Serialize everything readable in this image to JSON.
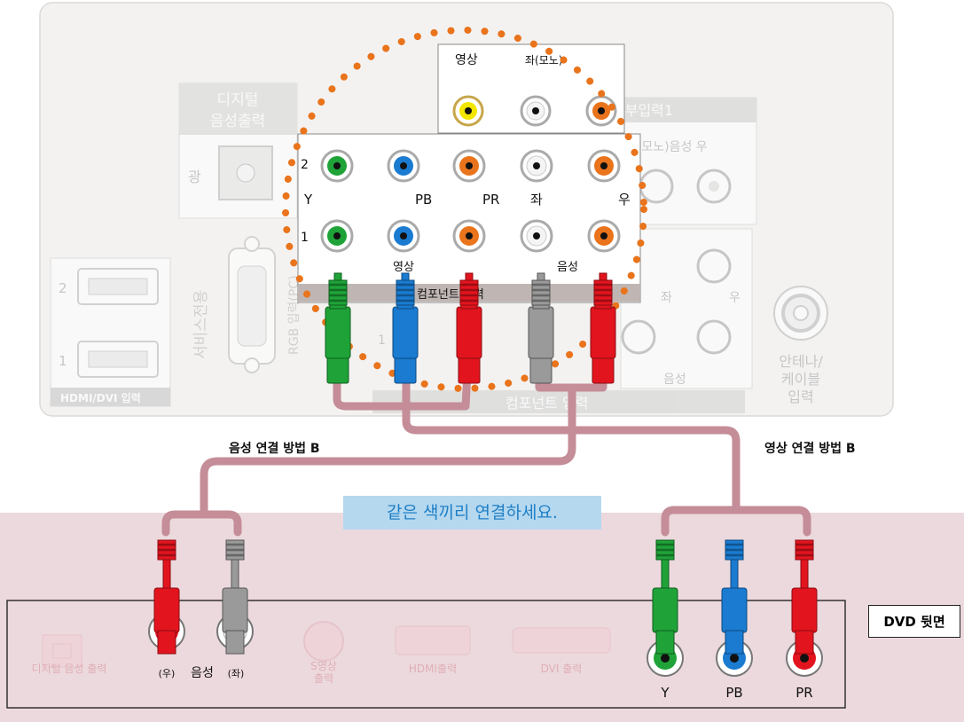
{
  "colors": {
    "component_y": "#1fa338",
    "component_pb": "#1a7bd0",
    "component_pr": "#e2141e",
    "audio_left": "#9a9a9a",
    "audio_right": "#e2141e",
    "video_yellow": "#f2e600",
    "orange_jack": "#e9741c",
    "cable": "#c48d98",
    "dvd_bg": "#ecd9dd",
    "hint_bg": "#b5d8ef",
    "hint_text": "#1f7fc6"
  },
  "tv_panel": {
    "digital_audio_out": [
      "디지털",
      "음성출력"
    ],
    "optical": "광",
    "service_only": "서비스전용",
    "rgb_input": "RGB 입력(PC)",
    "hdmi_label": "HDMI/DVI 입력",
    "hdmi_1": "1",
    "hdmi_2": "2",
    "external_input": "외부입력1",
    "left_mono_audio_right": "좌(모노)음성  우",
    "left": "좌",
    "right": "우",
    "audio": "음성",
    "component_input": "컴포넌트 입력",
    "antenna": [
      "안테나/",
      "케이블",
      "입력"
    ],
    "port_1": "1"
  },
  "zoom": {
    "top_video": "영상",
    "top_left": "좌(모노)",
    "row_2": "2",
    "row_1": "1",
    "label_y": "Y",
    "label_pb": "PB",
    "label_pr": "PR",
    "label_left": "좌",
    "label_right": "우",
    "bar_video": "영상",
    "bar_audio": "음성",
    "bar_component": "컴포넌트 입력"
  },
  "labels": {
    "audio_method": "음성 연결 방법 B",
    "video_method": "영상 연결 방법 B",
    "hint": "같은 색끼리 연결하세요.",
    "dvd_back": "DVD 뒷면"
  },
  "dvd": {
    "digital_audio_out": "디지털 음성 출력",
    "audio_right": "(우)",
    "audio": "음성",
    "audio_left": "(좌)",
    "s_video": [
      "S영상",
      "출력"
    ],
    "hdmi_out": "HDMI출력",
    "dvi_out": "DVI 출력",
    "y": "Y",
    "pb": "PB",
    "pr": "PR"
  }
}
